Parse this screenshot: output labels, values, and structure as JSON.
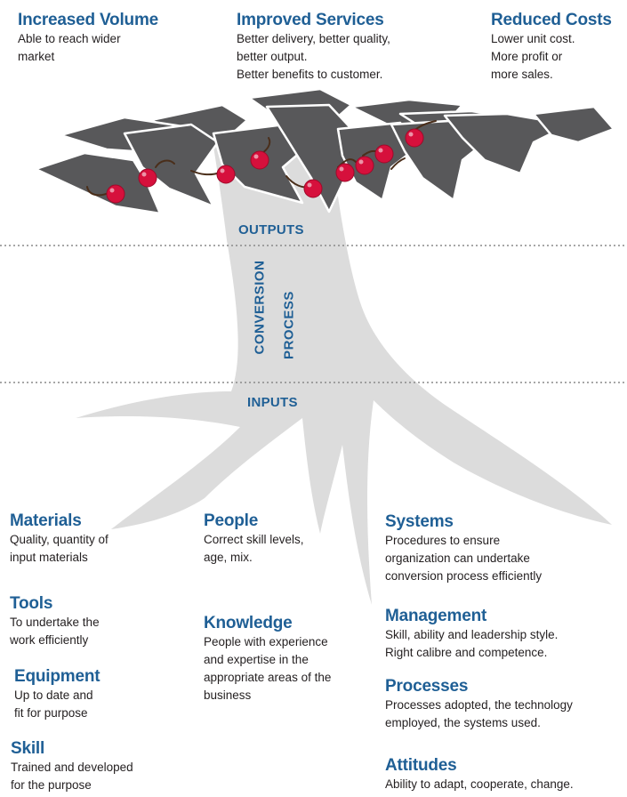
{
  "top": [
    {
      "heading": "Increased Volume",
      "lines": [
        "Able to reach wider",
        "market"
      ]
    },
    {
      "heading": "Improved Services",
      "lines": [
        "Better delivery, better quality,",
        "better output.",
        "Better benefits to customer."
      ]
    },
    {
      "heading": "Reduced Costs",
      "lines": [
        "Lower unit cost.",
        "More profit or",
        "more sales."
      ]
    }
  ],
  "stages": {
    "outputs": "OUTPUTS",
    "conversion": "CONVERSION",
    "process": "PROCESS",
    "inputs": "INPUTS"
  },
  "inputs": {
    "materials": {
      "heading": "Materials",
      "lines": [
        "Quality, quantity of",
        "input materials"
      ]
    },
    "tools": {
      "heading": "Tools",
      "lines": [
        "To undertake the",
        "work efficiently"
      ]
    },
    "equipment": {
      "heading": "Equipment",
      "lines": [
        "Up to date and",
        "fit for purpose"
      ]
    },
    "skill": {
      "heading": "Skill",
      "lines": [
        "Trained and developed",
        "for the purpose"
      ]
    },
    "people": {
      "heading": "People",
      "lines": [
        "Correct skill levels,",
        "age, mix."
      ]
    },
    "knowledge": {
      "heading": "Knowledge",
      "lines": [
        "People with experience",
        "and expertise in the",
        "appropriate areas of the",
        "business"
      ]
    },
    "systems": {
      "heading": "Systems",
      "lines": [
        "Procedures to ensure",
        "organization can undertake",
        "conversion process efficiently"
      ]
    },
    "management": {
      "heading": "Management",
      "lines": [
        "Skill, ability and leadership style.",
        "Right calibre and competence."
      ]
    },
    "processes": {
      "heading": "Processes",
      "lines": [
        "Processes adopted, the technology",
        "employed, the systems used."
      ]
    },
    "attitudes": {
      "heading": "Attitudes",
      "lines": [
        "Ability to adapt, cooperate, change."
      ]
    }
  },
  "colors": {
    "heading": "#1f5f95",
    "trunk": "#dcdcdc",
    "leaves": "#58585a",
    "cherry": "#d6103c",
    "divider": "#8a8a8a"
  }
}
